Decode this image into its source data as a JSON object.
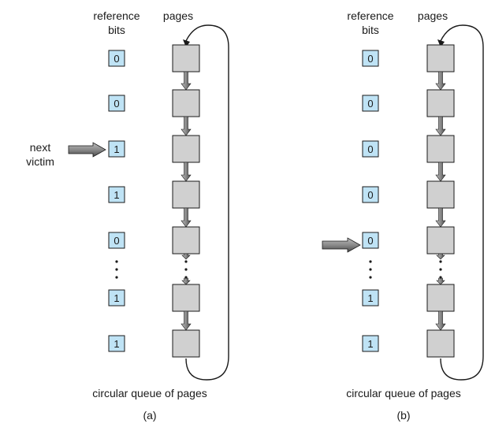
{
  "colors": {
    "bit_fill": "#bfe3f5",
    "page_fill": "#d0d0d0",
    "arrow_fill": "#8c8c8c",
    "ink": "#1a1a1a"
  },
  "panels": [
    {
      "id": "a",
      "header_reference": [
        "reference",
        "bits"
      ],
      "header_pages": "pages",
      "bits": [
        "0",
        "0",
        "1",
        "1",
        "0",
        "1",
        "1"
      ],
      "pointer_index": 2,
      "pointer_label": [
        "next",
        "victim"
      ],
      "caption": "circular queue of pages",
      "sublabel": "(a)"
    },
    {
      "id": "b",
      "header_reference": [
        "reference",
        "bits"
      ],
      "header_pages": "pages",
      "bits": [
        "0",
        "0",
        "0",
        "0",
        "0",
        "1",
        "1"
      ],
      "pointer_index": 4,
      "pointer_label": [],
      "caption": "circular queue of pages",
      "sublabel": "(b)"
    }
  ]
}
